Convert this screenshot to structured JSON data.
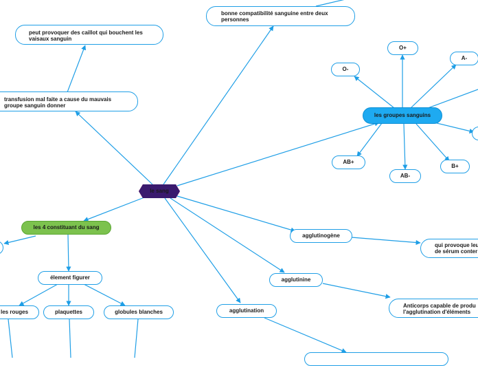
{
  "central": "le sang",
  "nodes": {
    "compat": "bonne compatibilité sanguine entre deux personnes",
    "caillot": "peut provoquer des caillot qui bouchent les vaisaux sanguin",
    "transfusion": "transfusion mal faite a cause du mauvais groupe sanguin donner",
    "groupes": "les groupes sanguins",
    "o_pos": "O+",
    "o_neg": "O-",
    "a_neg": "A-",
    "ab_pos": "AB+",
    "ab_neg": "AB-",
    "b_pos": "B+",
    "constituants": "les 4 constituant du sang",
    "element": "élement figurer",
    "rouges": "les rouges",
    "plaquettes": "plaquettes",
    "blanches": "globules blanches",
    "agglutinogene": "agglutinogène",
    "provoque": "qui provoque leu de sérum conter",
    "agglutinine": "agglutinine",
    "anticorps": "Anticorps capable de produ l'agglutination d'éléments",
    "agglutination": "agglutination"
  },
  "colors": {
    "line": "#1e9ee6",
    "central": "#e0004d",
    "constituants": "#7cc24e",
    "groupes": "#1eaaf1"
  }
}
